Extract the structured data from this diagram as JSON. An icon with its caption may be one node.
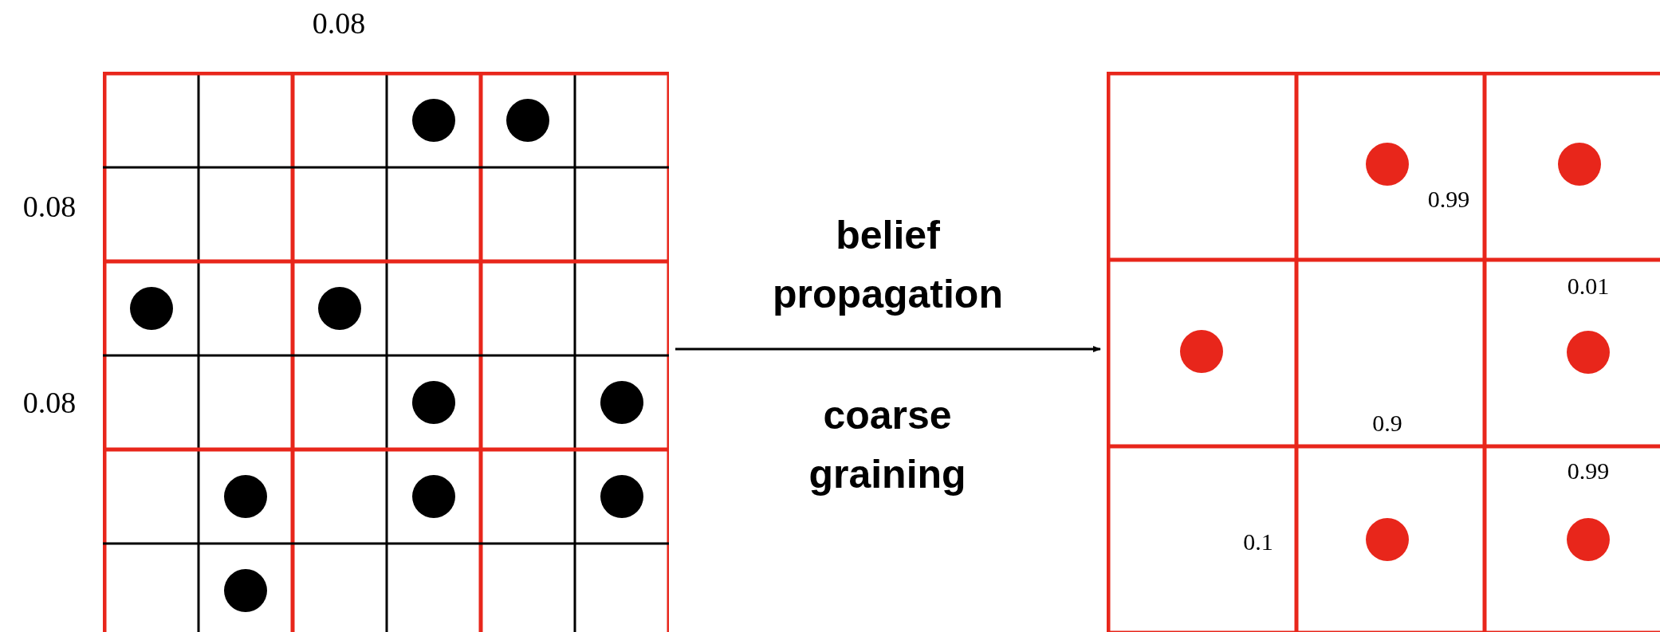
{
  "diagram": {
    "nodes": [
      {
        "text": [],
        "shape": "picture"
      },
      {
        "text": [],
        "shape": "picture"
      }
    ],
    "edges": [
      {
        "from": 0,
        "to": 1,
        "arrow": "to",
        "label": "belief propagation"
      }
    ],
    "labels": [
      "0.08",
      "0.08",
      "0.99",
      "0.01",
      "0.08",
      "coarse graining",
      "0.9",
      "0.99",
      "0.1"
    ]
  }
}
